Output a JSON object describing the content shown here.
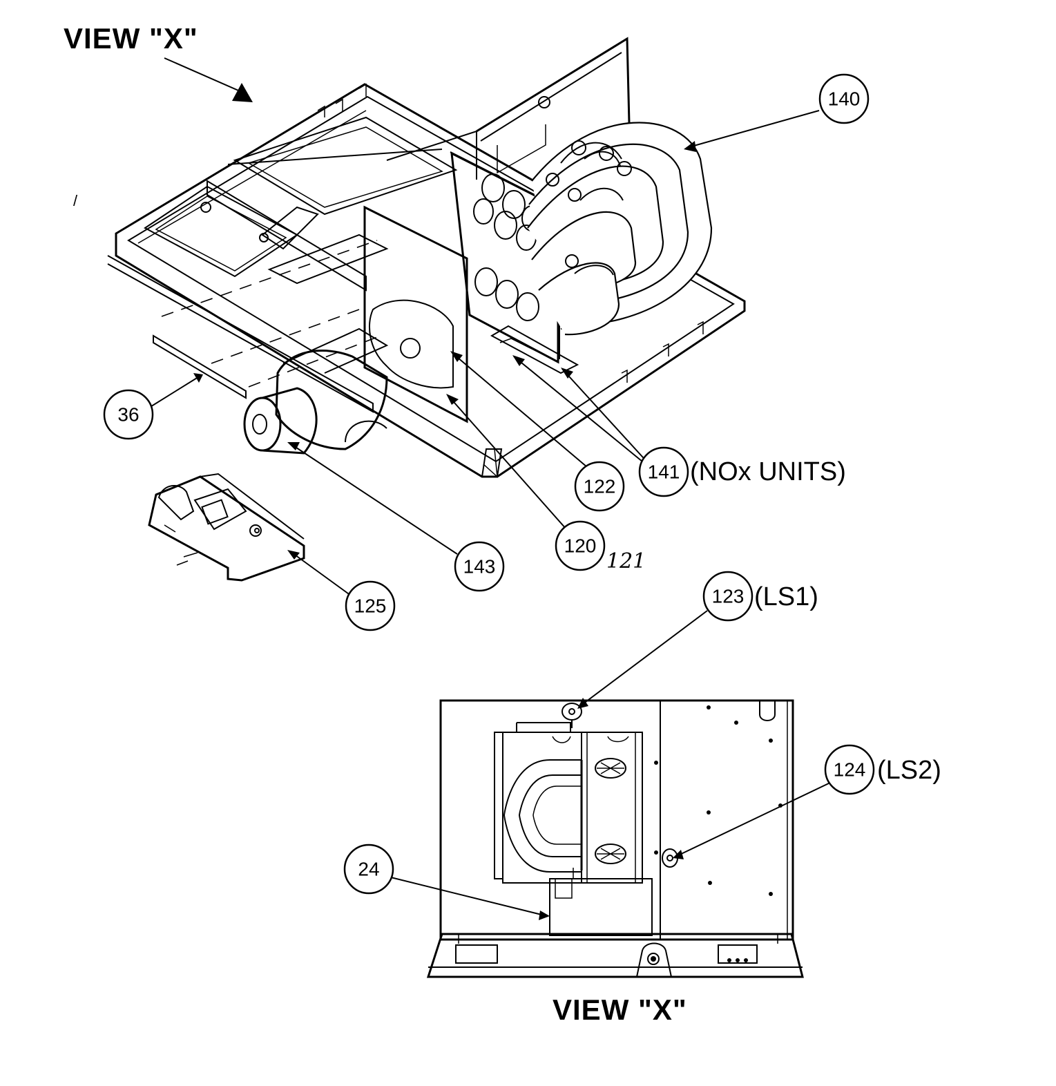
{
  "titles": {
    "top": "VIEW \"X\"",
    "bottom": "VIEW \"X\""
  },
  "stray_mark": "/",
  "handwritten_note": "121",
  "callouts": [
    {
      "id": "140",
      "number": "140",
      "suffix": ""
    },
    {
      "id": "36",
      "number": "36",
      "suffix": ""
    },
    {
      "id": "141",
      "number": "141",
      "suffix": "(NOx UNITS)"
    },
    {
      "id": "122",
      "number": "122",
      "suffix": ""
    },
    {
      "id": "120",
      "number": "120",
      "suffix": ""
    },
    {
      "id": "143",
      "number": "143",
      "suffix": ""
    },
    {
      "id": "125",
      "number": "125",
      "suffix": ""
    },
    {
      "id": "123",
      "number": "123",
      "suffix": "(LS1)"
    },
    {
      "id": "124",
      "number": "124",
      "suffix": "(LS2)"
    },
    {
      "id": "24",
      "number": "24",
      "suffix": ""
    }
  ],
  "icons": {
    "view_arrow": "arrow-triangle-icon"
  }
}
